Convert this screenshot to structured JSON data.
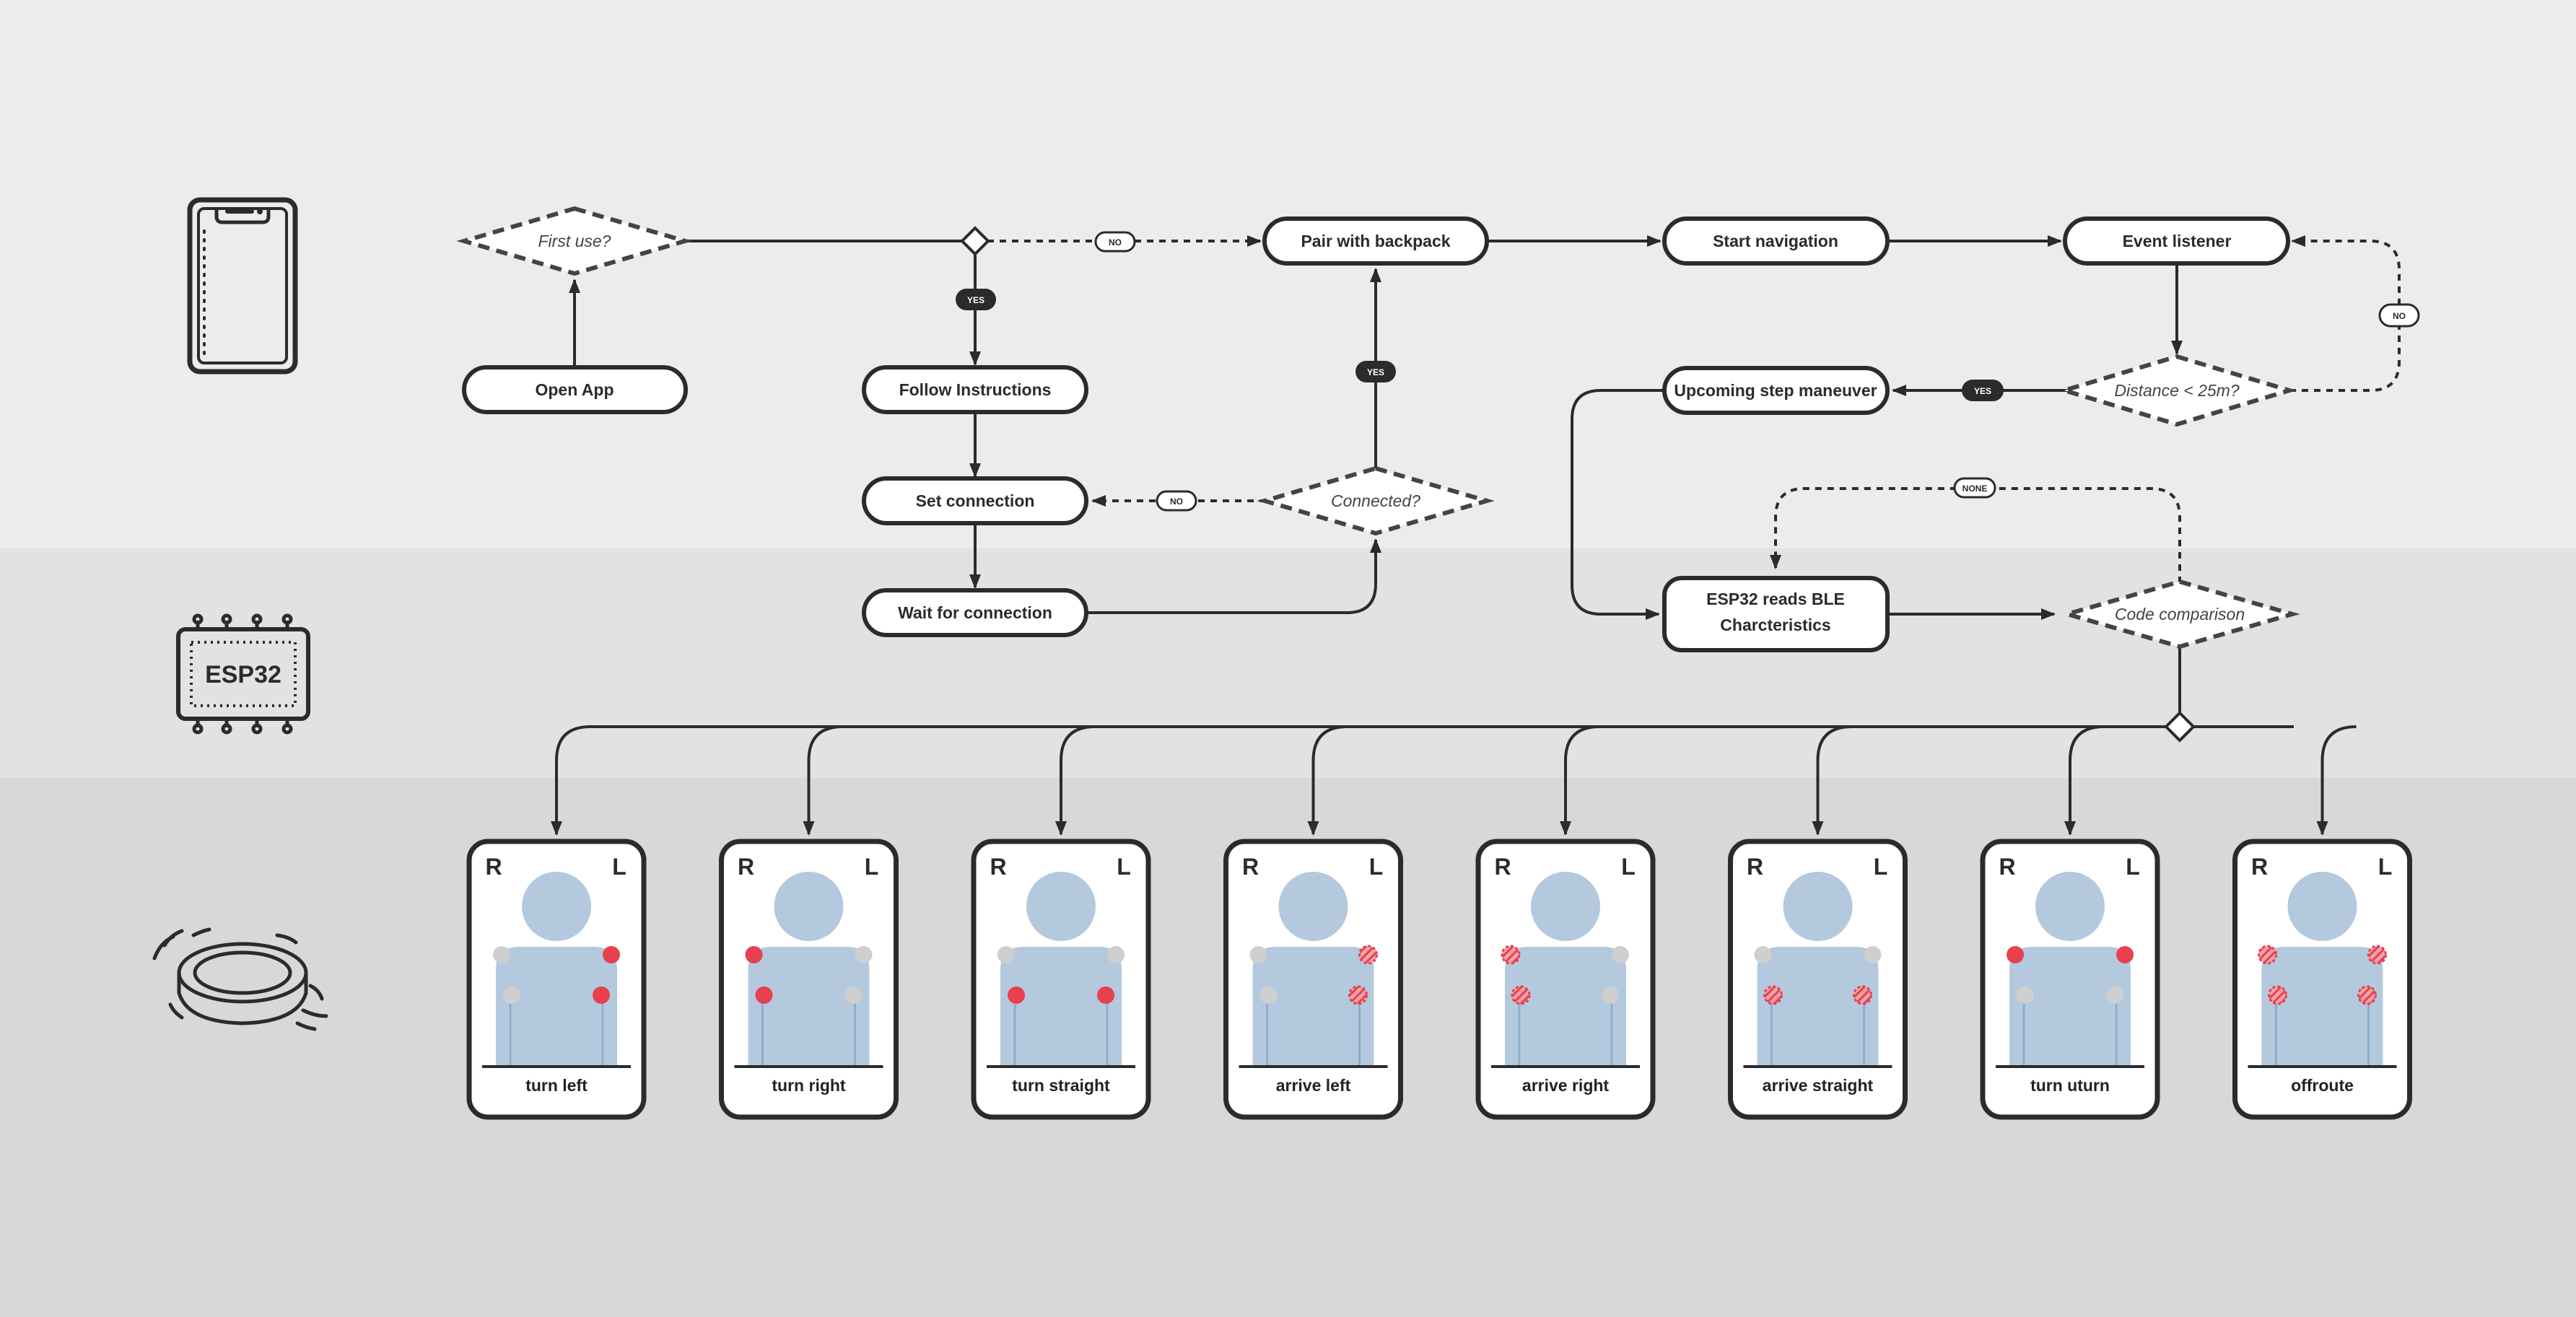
{
  "colors": {
    "band_top": "#ececee",
    "band_mid": "#e1e2e3",
    "band_bottom": "#d7d8d8",
    "stroke": "#2b2b2b",
    "node_fill": "#ffffff",
    "body_blue": "#b4c9de",
    "dot_active": "#e8404e",
    "dot_inactive": "#cfcfcf"
  },
  "tiers": {
    "phone": {
      "icon": "smartphone-icon"
    },
    "esp32": {
      "icon": "chip-icon",
      "label": "ESP32"
    },
    "vibration": {
      "icon": "vibration-motor-icon"
    }
  },
  "nodes": {
    "open_app": "Open App",
    "follow_instructions": "Follow Instructions",
    "set_connection": "Set connection",
    "wait_for_connection": "Wait for connection",
    "pair_with_backpack": "Pair with backpack",
    "start_navigation": "Start navigation",
    "event_listener": "Event listener",
    "upcoming_step": "Upcoming step maneuver",
    "esp32_reads_line1": "ESP32 reads BLE",
    "esp32_reads_line2": "Charcteristics"
  },
  "decisions": {
    "first_use": "First use?",
    "connected": "Connected?",
    "distance": "Distance < 25m?",
    "code_comparison": "Code comparison"
  },
  "pills": {
    "first_use_no": "NO",
    "first_use_yes": "YES",
    "connected_no": "NO",
    "connected_yes": "YES",
    "distance_yes": "YES",
    "distance_no": "NO",
    "code_none": "NONE"
  },
  "card_side_labels": {
    "right": "R",
    "left": "L"
  },
  "cards": [
    {
      "label": "turn left",
      "dots": [
        0,
        1,
        0,
        1
      ]
    },
    {
      "label": "turn right",
      "dots": [
        1,
        0,
        1,
        0
      ]
    },
    {
      "label": "turn straight",
      "dots": [
        0,
        0,
        1,
        1
      ]
    },
    {
      "label": "arrive left",
      "dots": [
        0,
        2,
        0,
        2
      ]
    },
    {
      "label": "arrive right",
      "dots": [
        2,
        0,
        2,
        0
      ]
    },
    {
      "label": "arrive straight",
      "dots": [
        0,
        0,
        2,
        2
      ]
    },
    {
      "label": "turn uturn",
      "dots": [
        1,
        1,
        0,
        0
      ]
    },
    {
      "label": "offroute",
      "dots": [
        2,
        2,
        2,
        2
      ]
    }
  ]
}
